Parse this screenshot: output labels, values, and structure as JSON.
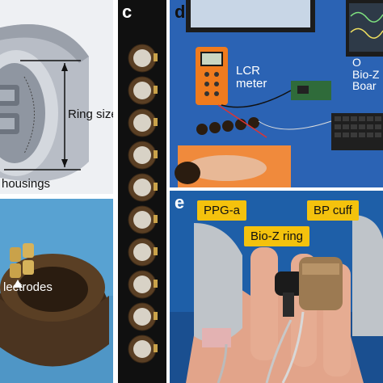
{
  "panels": {
    "a": {
      "ring_size_label": "Ring size",
      "housings_label": "housings"
    },
    "b": {
      "electrodes_label": "lectrodes"
    },
    "c": {
      "tag": "c"
    },
    "d": {
      "tag": "d",
      "lcr_label_line1": "LCR",
      "lcr_label_line2": "meter",
      "right_label_line1": "O",
      "right_label_line2": "Bio-Z",
      "right_label_line3": "Boar"
    },
    "e": {
      "tag": "e",
      "ppg_label": "PPG-a",
      "bioz_label": "Bio-Z ring",
      "bp_label": "BP cuff"
    }
  },
  "colors": {
    "label_box": "#f4c20d",
    "ring_brown": "#5a3f24",
    "electrode_gold": "#c9a24a",
    "orange_pad": "#f08a3c",
    "desk_blue": "#2b63b4"
  }
}
